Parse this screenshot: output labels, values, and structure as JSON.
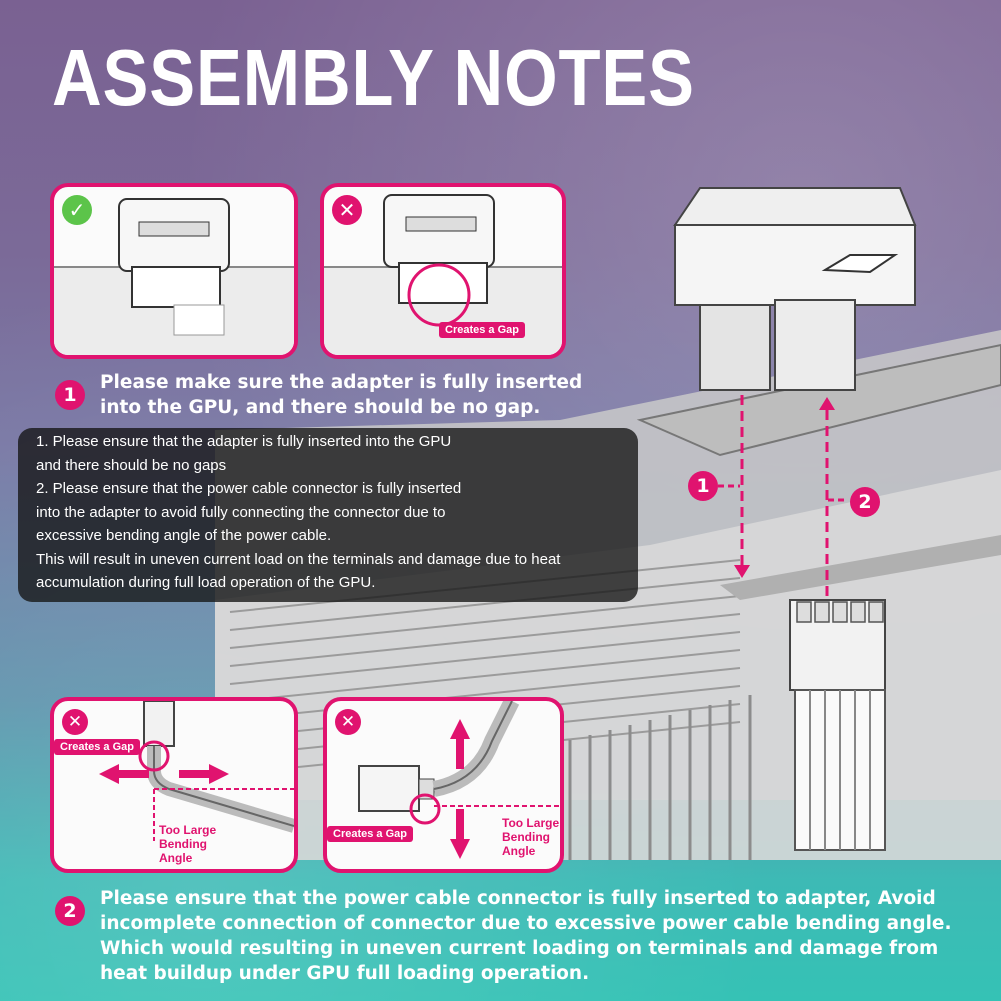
{
  "title": "ASSEMBLY NOTES",
  "panels": {
    "correct_icon": "check-icon",
    "wrong_icon": "cross-icon",
    "creates_gap": "Creates a Gap",
    "too_large_angle": [
      "Too Large",
      "Bending",
      "Angle"
    ]
  },
  "steps": {
    "one": {
      "number": "1",
      "text": "Please make sure the adapter is fully inserted into the GPU, and there should be no gap."
    },
    "two": {
      "number": "2",
      "text": "Please ensure that the power cable connector is fully inserted to adapter, Avoid incomplete connection of connector due to excessive power cable bending angle. Which would resulting in uneven current loading on terminals and damage from heat buildup under GPU full loading operation."
    }
  },
  "diagram": {
    "arrow1": "1",
    "arrow2": "2"
  },
  "overlay": {
    "lines": [
      "1. Please ensure that the adapter is fully inserted into the GPU",
      "and there should be no gaps",
      "2. Please ensure that the power cable connector is fully inserted",
      "into the adapter to avoid fully connecting the connector due to",
      "excessive bending angle of the power cable.",
      "This will result in uneven current load on the terminals and damage due to heat",
      "accumulation during full load operation of the GPU."
    ]
  },
  "colors": {
    "accent": "#e0136f",
    "ok": "#5cc44a",
    "bg_top": "#7a6192",
    "bg_bottom": "#35c2b5"
  }
}
